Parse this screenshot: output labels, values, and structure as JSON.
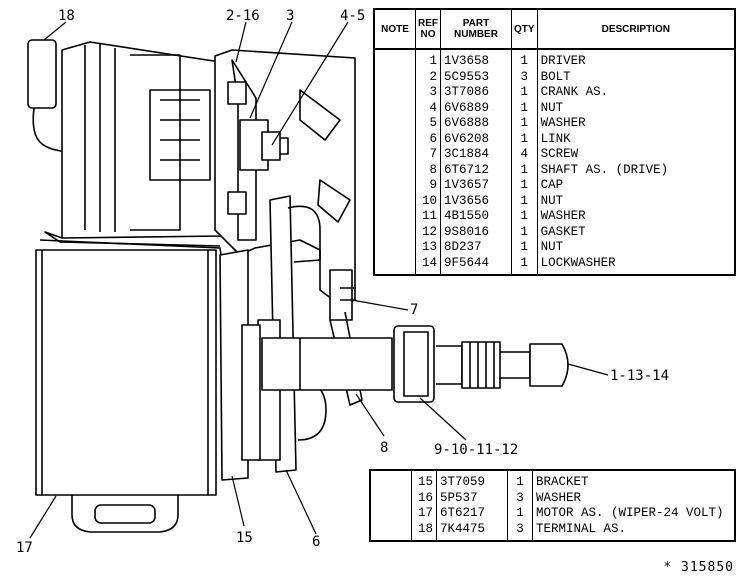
{
  "parts_table": {
    "headers": {
      "note": "NOTE",
      "ref": "REF NO",
      "part": "PART NUMBER",
      "qty": "QTY",
      "desc": "DESCRIPTION"
    },
    "rows": [
      {
        "ref": "1",
        "part": "1V3658",
        "qty": "1",
        "desc": "DRIVER"
      },
      {
        "ref": "2",
        "part": "5C9553",
        "qty": "3",
        "desc": "BOLT"
      },
      {
        "ref": "3",
        "part": "3T7086",
        "qty": "1",
        "desc": "CRANK AS."
      },
      {
        "ref": "4",
        "part": "6V6889",
        "qty": "1",
        "desc": "NUT"
      },
      {
        "ref": "5",
        "part": "6V6888",
        "qty": "1",
        "desc": "WASHER"
      },
      {
        "ref": "6",
        "part": "6V6208",
        "qty": "1",
        "desc": "LINK"
      },
      {
        "ref": "7",
        "part": "3C1884",
        "qty": "4",
        "desc": "SCREW"
      },
      {
        "ref": "8",
        "part": "6T6712",
        "qty": "1",
        "desc": "SHAFT AS. (DRIVE)"
      },
      {
        "ref": "9",
        "part": "1V3657",
        "qty": "1",
        "desc": "CAP"
      },
      {
        "ref": "10",
        "part": "1V3656",
        "qty": "1",
        "desc": "NUT"
      },
      {
        "ref": "11",
        "part": "4B1550",
        "qty": "1",
        "desc": "WASHER"
      },
      {
        "ref": "12",
        "part": "9S8016",
        "qty": "1",
        "desc": "GASKET"
      },
      {
        "ref": "13",
        "part": "8D237",
        "qty": "1",
        "desc": "NUT"
      },
      {
        "ref": "14",
        "part": "9F5644",
        "qty": "1",
        "desc": "LOCKWASHER"
      }
    ]
  },
  "parts_table_2": {
    "rows": [
      {
        "ref": "15",
        "part": "3T7059",
        "qty": "1",
        "desc": "BRACKET"
      },
      {
        "ref": "16",
        "part": "5P537",
        "qty": "3",
        "desc": "WASHER"
      },
      {
        "ref": "17",
        "part": "6T6217",
        "qty": "1",
        "desc": "MOTOR AS. (WIPER-24 VOLT)"
      },
      {
        "ref": "18",
        "part": "7K4475",
        "qty": "3",
        "desc": "  TERMINAL AS."
      }
    ]
  },
  "callouts": {
    "c18": "18",
    "c2_16": "2-16",
    "c3": "3",
    "c4_5": "4-5",
    "c7": "7",
    "c1_13_14": "1-13-14",
    "c8": "8",
    "c9_10_11_12": "9-10-11-12",
    "c17": "17",
    "c15": "15",
    "c6": "6"
  },
  "illustration_code": "* 315850"
}
